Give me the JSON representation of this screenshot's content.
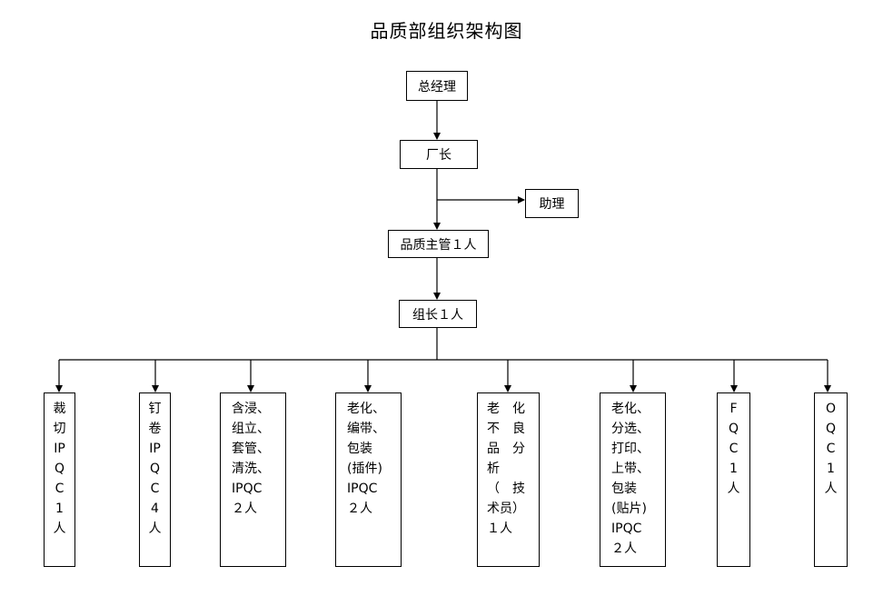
{
  "title": "品质部组织架构图",
  "nodes": {
    "gm": "总经理",
    "factory_manager": "厂长",
    "assistant": "助理",
    "qc_supervisor": "品质主管１人",
    "team_leader": "组长１人"
  },
  "leaves": [
    {
      "lines": [
        "裁",
        "切",
        "IP",
        "Q",
        "C",
        "1",
        "人"
      ]
    },
    {
      "lines": [
        "钉",
        "卷",
        "IP",
        "Q",
        "C",
        "4",
        "人"
      ]
    },
    {
      "lines": [
        "含浸、",
        "组立、",
        "套管、",
        "清洗、",
        "IPQC",
        "２人"
      ]
    },
    {
      "lines": [
        "老化、",
        "编带、",
        "包装",
        "(插件)",
        "IPQC",
        "２人"
      ]
    },
    {
      "lines": [
        "老　化",
        "不　良",
        "品　分",
        "析　　",
        "（　技",
        "术员）",
        "１人"
      ]
    },
    {
      "lines": [
        "老化、",
        "分选、",
        "打印、",
        "上带、",
        "包装",
        "(贴片)",
        "IPQC",
        "２人"
      ]
    },
    {
      "lines": [
        "F",
        "Q",
        "C",
        "1",
        "人"
      ]
    },
    {
      "lines": [
        "O",
        "Q",
        "C",
        "1",
        "人"
      ]
    }
  ]
}
